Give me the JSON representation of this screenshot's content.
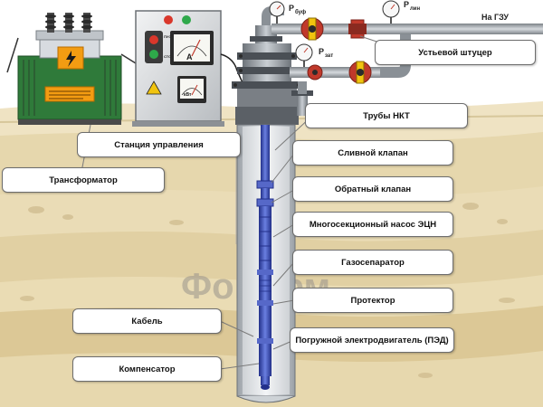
{
  "labels": {
    "nkt": "Трубы НКТ",
    "station": "Станция управления",
    "transformer": "Трансформатор",
    "drain_valve": "Сливной клапан",
    "check_valve": "Обратный клапан",
    "pump": "Многосекционный насос ЭЦН",
    "gas_separator": "Газосепаратор",
    "protector": "Протектор",
    "cable": "Кабель",
    "motor": "Погружной электродвигатель (ПЭД)",
    "compensator": "Компенсатор",
    "choke": "Устьевой штуцер",
    "to_gzu": "На ГЗУ"
  },
  "gauges": {
    "p_buf": "Р",
    "p_buf_sub": "буф",
    "p_lin": "Р",
    "p_lin_sub": "лин",
    "p_zat": "Р",
    "p_zat_sub": "зат"
  },
  "panel": {
    "ammeter": "A",
    "meter2": "кВт",
    "btn_pusk": "ПУСК",
    "btn_stop": "СТОП"
  },
  "watermark": "ФонАрм",
  "colors": {
    "ground_light": "#f0e6c8",
    "ground_mid": "#e8d9b0",
    "ground_dark": "#d9c79c",
    "rock": "#c9b48a",
    "pipe_blue": "#3b4fb8",
    "valve_red": "#c0392b"
  }
}
